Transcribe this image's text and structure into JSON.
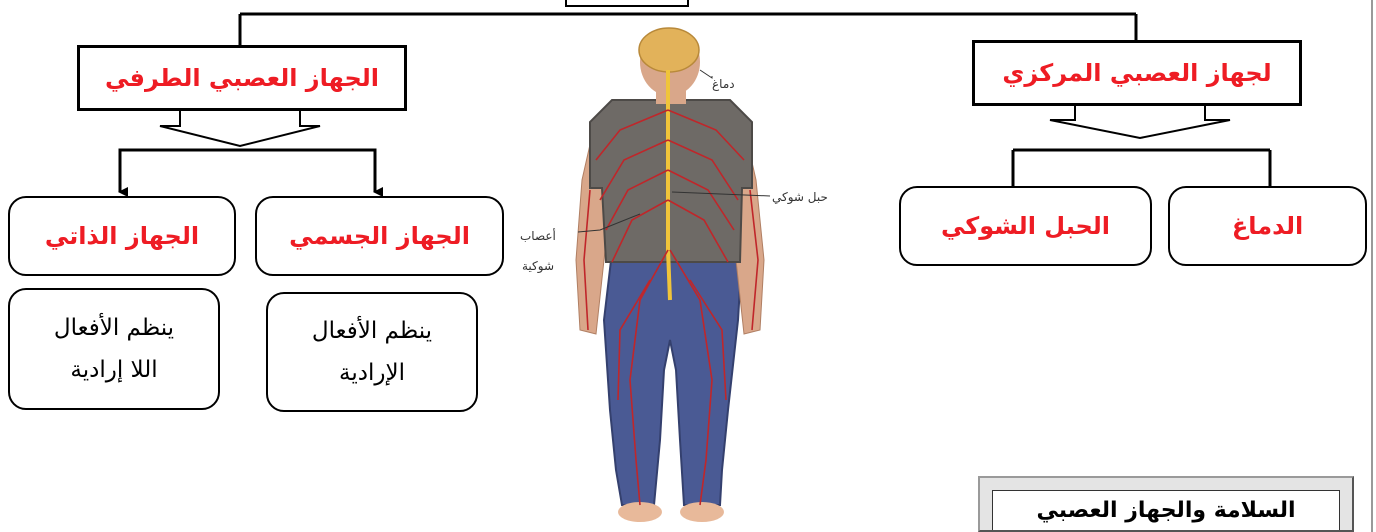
{
  "central": {
    "title": "لجهاز العصبي المركزي",
    "children": [
      "الدماغ",
      "الحبل الشوكي"
    ]
  },
  "peripheral": {
    "title": "الجهاز العصبي الطرفي",
    "somatic": {
      "title": "الجهاز الجسمي",
      "desc_line1": "ينظم الأفعال",
      "desc_line2": "الإرادية"
    },
    "autonomic": {
      "title": "الجهاز الذاتي",
      "desc_line1": "ينظم الأفعال",
      "desc_line2": "اللا إرادية"
    }
  },
  "figure": {
    "label_brain": "دماغ",
    "label_spinal_cord": "حبل شوكي",
    "label_nerves_line1": "أعصاب",
    "label_nerves_line2": "شوكية"
  },
  "section_title": "السلامة والجهاز العصبي",
  "colors": {
    "accent_red": "#ee1c24",
    "stroke": "#000000"
  }
}
